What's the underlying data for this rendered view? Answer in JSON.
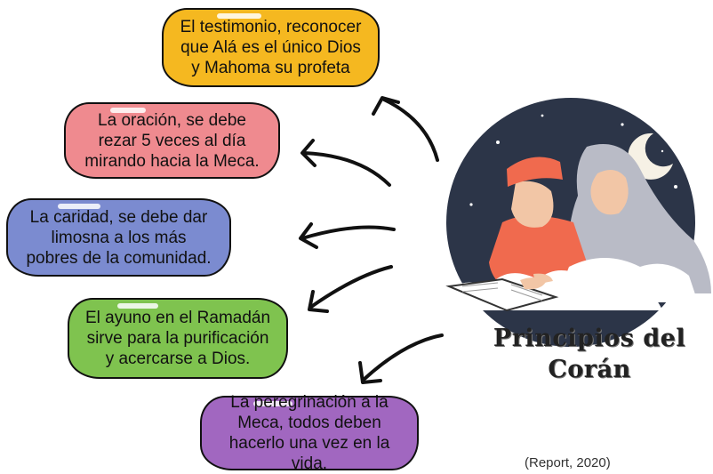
{
  "bubbles": [
    {
      "text": "El testimonio, reconocer\nque Alá es el único Dios\ny Mahoma su profeta",
      "color": "#f5b820"
    },
    {
      "text": "La oración, se debe\nrezar 5 veces al día\nmirando hacia la Meca.",
      "color": "#ef8a8f"
    },
    {
      "text": "La caridad, se debe dar\nlimosna a los más\npobres de la comunidad.",
      "color": "#7b8bd0"
    },
    {
      "text": "El ayuno en el Ramadán\nsirve para la purificación\ny acercarse a Dios.",
      "color": "#7fc34f"
    },
    {
      "text": "La peregrinación a la\nMeca, todos deben\nhacerlo una vez en la vida.",
      "color": "#a167c0"
    }
  ],
  "title": "Principios del\nCorán",
  "citation": "(Report, 2020)",
  "illustration": {
    "description_icon": "child-and-mother-reading-quran-illustration",
    "background_color": "#2c3548"
  }
}
